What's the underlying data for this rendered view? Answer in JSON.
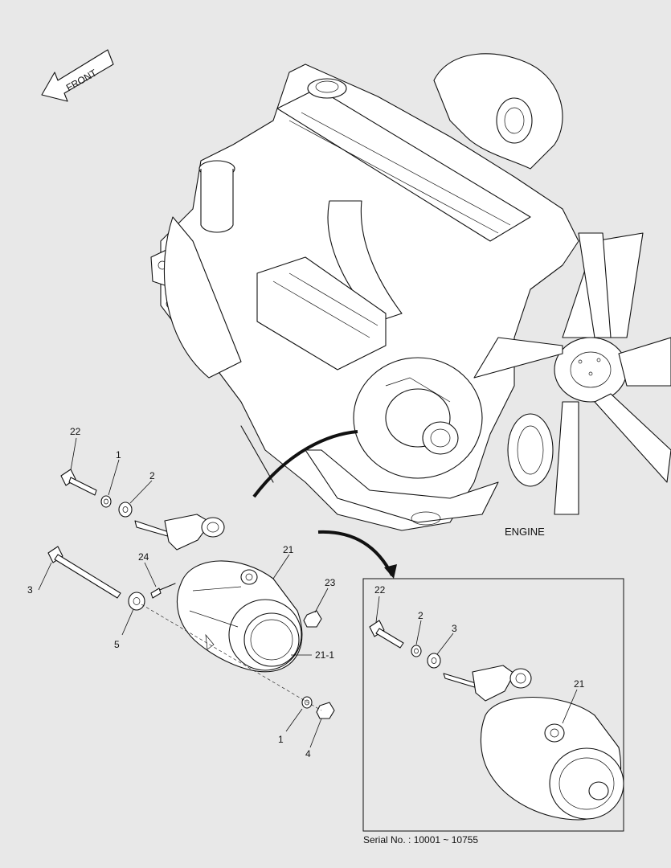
{
  "front_arrow": {
    "text": "FRONT"
  },
  "engine_label": "ENGINE",
  "serial": "Serial No. : 10001 ~ 10755",
  "callouts_main": [
    "22",
    "1",
    "2",
    "3",
    "24",
    "21",
    "23",
    "5",
    "21-1",
    "1",
    "4"
  ],
  "callouts_inset": [
    "22",
    "2",
    "3",
    "21"
  ]
}
